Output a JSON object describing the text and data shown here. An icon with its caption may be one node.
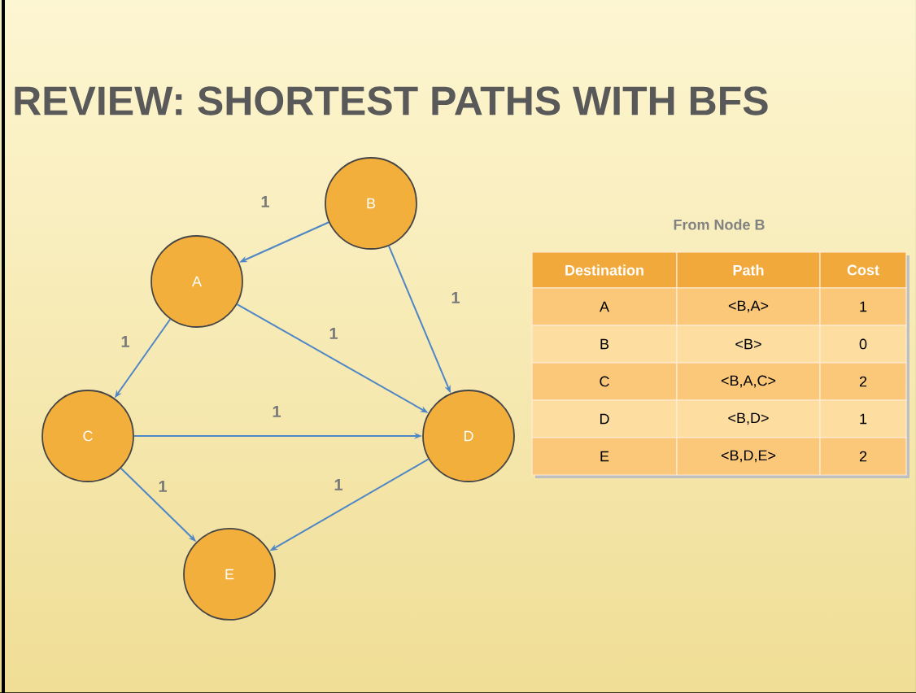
{
  "diagram": {
    "title": "REVIEW: SHORTEST PATHS WITH BFS",
    "nodes": [
      {
        "text": [
          "B"
        ]
      },
      {
        "text": [
          "A"
        ]
      },
      {
        "text": [
          "C"
        ]
      },
      {
        "text": [
          "D"
        ]
      },
      {
        "text": [
          "E"
        ]
      }
    ],
    "edges": [
      {
        "from": 0,
        "to": 1,
        "arrow": "to",
        "label": "1"
      },
      {
        "from": 0,
        "to": 3,
        "arrow": "to",
        "label": "1"
      },
      {
        "from": 1,
        "to": 2,
        "arrow": "to",
        "label": "1"
      },
      {
        "from": 1,
        "to": 3,
        "arrow": "to",
        "label": "1"
      },
      {
        "from": 2,
        "to": 3,
        "arrow": "to",
        "label": "1"
      },
      {
        "from": 2,
        "to": 4,
        "arrow": "to",
        "label": "1"
      },
      {
        "from": 3,
        "to": 4,
        "arrow": "to",
        "label": "1"
      }
    ],
    "labels": [
      "From Node B",
      "Destination",
      "Path",
      "Cost",
      "A",
      "<B,A>",
      "1",
      "B",
      "<B>",
      "0",
      "C",
      "<B,A,C>",
      "2",
      "D",
      "<B,D>",
      "1",
      "E",
      "<B,D,E>",
      "2"
    ]
  }
}
